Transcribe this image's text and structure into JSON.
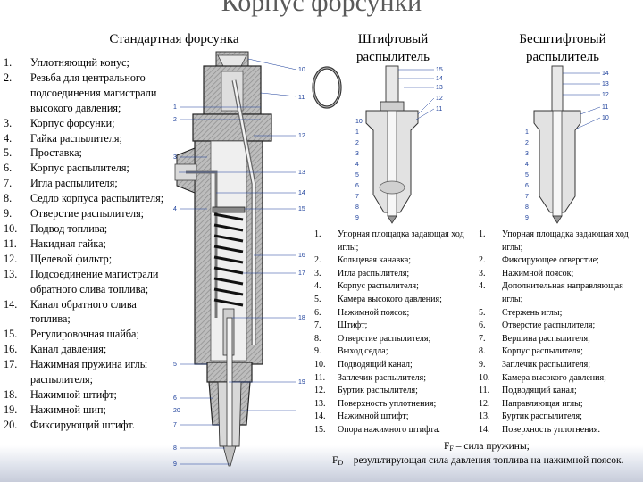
{
  "title": "Корпус форсунки",
  "headers": {
    "standard": "Стандартная форсунка",
    "pin": [
      "Штифтовый",
      "распылитель"
    ],
    "pinless": [
      "Бесштифтовый",
      "распылитель"
    ]
  },
  "standard_parts": [
    {
      "num": "1.",
      "text": "Уплотняющий конус;"
    },
    {
      "num": "2.",
      "text": "Резьба для центрального подсоединения магистрали высокого давления;"
    },
    {
      "num": "3.",
      "text": "Корпус форсунки;"
    },
    {
      "num": "4.",
      "text": "Гайка распылителя;"
    },
    {
      "num": "5.",
      "text": "Проставка;"
    },
    {
      "num": "6.",
      "text": "Корпус распылителя;"
    },
    {
      "num": "7.",
      "text": "Игла распылителя;"
    },
    {
      "num": "8.",
      "text": "Седло корпуса распылителя;"
    },
    {
      "num": "9.",
      "text": "Отверстие распылителя;"
    },
    {
      "num": "10.",
      "text": "Подвод топлива;"
    },
    {
      "num": "11.",
      "text": "Накидная гайка;"
    },
    {
      "num": "12.",
      "text": "Щелевой фильтр;"
    },
    {
      "num": "13.",
      "text": "Подсоединение магистрали обратного слива топлива;"
    },
    {
      "num": "14.",
      "text": "Канал обратного слива топлива;"
    },
    {
      "num": "15.",
      "text": "Регулировочная шайба;"
    },
    {
      "num": "16.",
      "text": "Канал давления;"
    },
    {
      "num": "17.",
      "text": "Нажимная пружина иглы распылителя;"
    },
    {
      "num": "18.",
      "text": "Нажимной штифт;"
    },
    {
      "num": "19.",
      "text": "Нажимной шип;"
    },
    {
      "num": "20.",
      "text": "Фиксирующий штифт."
    }
  ],
  "pin_parts": [
    {
      "num": "1.",
      "text": "Упорная площадка задающая ход иглы;"
    },
    {
      "num": "2.",
      "text": "Кольцевая канавка;"
    },
    {
      "num": "3.",
      "text": "Игла распылителя;"
    },
    {
      "num": "4.",
      "text": "Корпус распылителя;"
    },
    {
      "num": "5.",
      "text": "Камера высокого давления;"
    },
    {
      "num": "6.",
      "text": "Нажимной поясок;"
    },
    {
      "num": "7.",
      "text": "Штифт;"
    },
    {
      "num": "8.",
      "text": "Отверстие распылителя;"
    },
    {
      "num": "9.",
      "text": "Выход седла;"
    },
    {
      "num": "10.",
      "text": "Подводящий канал;"
    },
    {
      "num": "11.",
      "text": "Заплечик распылителя;"
    },
    {
      "num": "12.",
      "text": "Буртик распылителя;"
    },
    {
      "num": "13.",
      "text": "Поверхность уплотнения;"
    },
    {
      "num": "14.",
      "text": "Нажимной штифт;"
    },
    {
      "num": "15.",
      "text": "Опора нажимного штифта."
    }
  ],
  "pinless_parts": [
    {
      "num": "1.",
      "text": "Упорная площадка задающая ход иглы;"
    },
    {
      "num": "2.",
      "text": "Фиксирующее отверстие;"
    },
    {
      "num": "3.",
      "text": "Нажимной поясок;"
    },
    {
      "num": "4.",
      "text": "Дополнительная направляющая иглы;"
    },
    {
      "num": "5.",
      "text": "Стержень иглы;"
    },
    {
      "num": "6.",
      "text": "Отверстие распылителя;"
    },
    {
      "num": "7.",
      "text": "Вершина распылителя;"
    },
    {
      "num": "8.",
      "text": "Корпус распылителя;"
    },
    {
      "num": "9.",
      "text": "Заплечик распылителя;"
    },
    {
      "num": "10.",
      "text": "Камера высокого давления;"
    },
    {
      "num": "11.",
      "text": "Подводящий канал;"
    },
    {
      "num": "12.",
      "text": "Направляющая иглы;"
    },
    {
      "num": "13.",
      "text": "Буртик распылителя;"
    },
    {
      "num": "14.",
      "text": "Поверхность уплотнения."
    }
  ],
  "formulas": {
    "spring": {
      "symbol": "F",
      "sub": "F",
      "text": " – сила пружины;"
    },
    "pressure": {
      "symbol": "F",
      "sub": "D",
      "text": " – результирующая сила давления топлива на нажимной поясок."
    }
  },
  "standard_callouts": [
    "10",
    "11",
    "1",
    "2",
    "12",
    "3",
    "13",
    "14",
    "4",
    "15",
    "16",
    "17",
    "18",
    "5",
    "19",
    "6",
    "20",
    "7",
    "8",
    "9"
  ],
  "pin_callouts": [
    "15",
    "14",
    "13",
    "12",
    "11",
    "10",
    "1",
    "2",
    "3",
    "4",
    "5",
    "6",
    "7",
    "8",
    "9"
  ],
  "pinless_callouts": [
    "14",
    "13",
    "12",
    "11",
    "10",
    "1",
    "2",
    "3",
    "4",
    "5",
    "6",
    "7",
    "8",
    "9"
  ],
  "colors": {
    "title": "#5a5a5a",
    "callout": "#1c3f9b",
    "body_gray": "#a9a9a9",
    "band_bottom": "#c7ccda"
  }
}
